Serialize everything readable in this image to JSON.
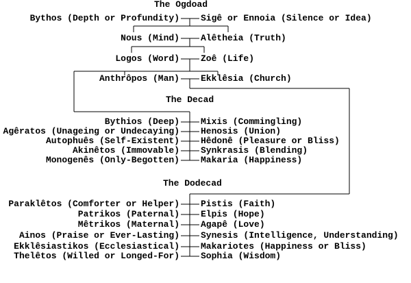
{
  "page": {
    "background_color": "#ffffff",
    "foreground_color": "#000000"
  },
  "sections": [
    {
      "title": "The Ogdoad",
      "pairs": [
        {
          "left": "Bythos (Depth or Profundity)",
          "right": "Sigê or Ennoia (Silence or Idea)"
        },
        {
          "left": "Nous (Mind)",
          "right": "Alêtheia (Truth)"
        },
        {
          "left": "Logos (Word)",
          "right": "Zoê (Life)"
        },
        {
          "left": "Anthrôpos (Man)",
          "right": "Ekklêsia (Church)"
        }
      ]
    },
    {
      "title": "The Decad",
      "pairs": [
        {
          "left": "Bythios (Deep)",
          "right": "Mixis (Commingling)"
        },
        {
          "left": "Agêratos (Unageing or Undecaying)",
          "right": "Henosis (Union)"
        },
        {
          "left": "Autophuês (Self-Existent)",
          "right": "Hêdonê (Pleasure or Bliss)"
        },
        {
          "left": "Akinêtos (Immovable)",
          "right": "Synkrasis (Blending)"
        },
        {
          "left": "Monogenês (Only-Begotten)",
          "right": "Makaria (Happiness)"
        }
      ]
    },
    {
      "title": "The Dodecad",
      "pairs": [
        {
          "left": "Paraklêtos (Comforter or Helper)",
          "right": "Pistis (Faith)"
        },
        {
          "left": "Patrikos (Paternal)",
          "right": "Elpis (Hope)"
        },
        {
          "left": "Mêtrikos (Maternal)",
          "right": "Agapê (Love)"
        },
        {
          "left": "Ainos (Praise or Ever-Lasting)",
          "right": "Synesis (Intelligence, Understanding)"
        },
        {
          "left": "Ekklêsiastikos (Ecclesiastical)",
          "right": "Makariotes (Happiness or Bliss)"
        },
        {
          "left": "Thelêtos (Willed or Longed-For)",
          "right": "Sophia (Wisdom)"
        }
      ]
    }
  ]
}
